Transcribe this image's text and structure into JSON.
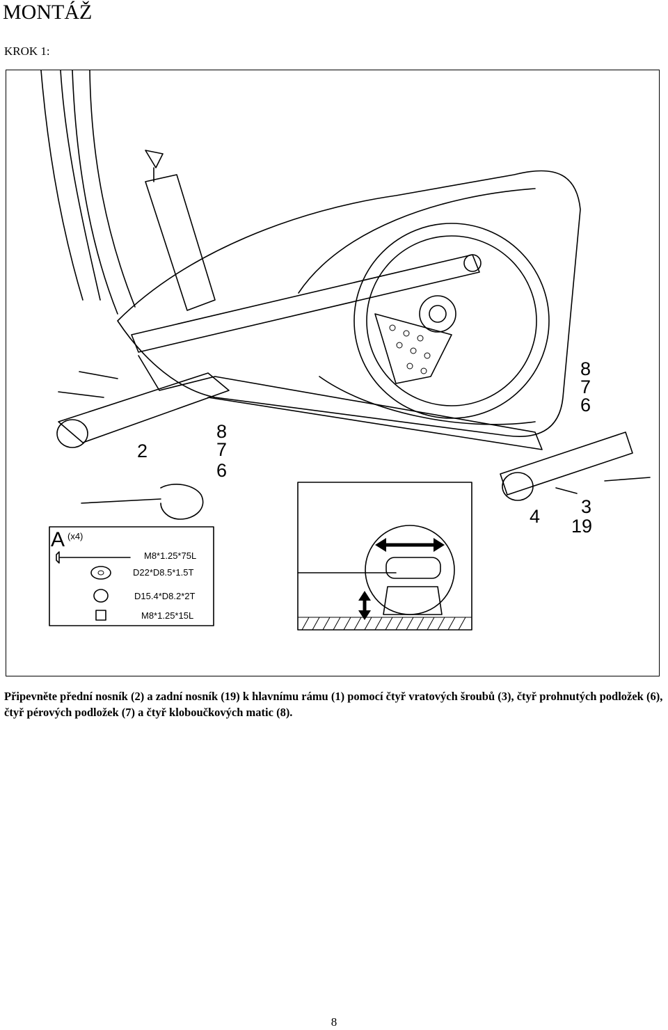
{
  "header": {
    "title": "MONTÁŽ",
    "step": "KROK 1:"
  },
  "figure": {
    "part_labels": [
      "2",
      "8",
      "7",
      "6",
      "8",
      "7",
      "6",
      "3",
      "4",
      "19"
    ],
    "hardware_box": {
      "letter": "A",
      "quantity": "(x4)",
      "specs": [
        "M8*1.25*75L",
        "D22*D8.5*1.5T",
        "D15.4*D8.2*2T",
        "M8*1.25*15L"
      ]
    }
  },
  "caption": "Připevněte přední nosník (2) a zadní nosník (19) k hlavnímu rámu (1) pomocí čtyř vratových šroubů (3), čtyř prohnutých podložek (6), čtyř pérových podložek (7) a čtyř kloboučkových matic (8).",
  "footer": {
    "page_number": "8"
  }
}
